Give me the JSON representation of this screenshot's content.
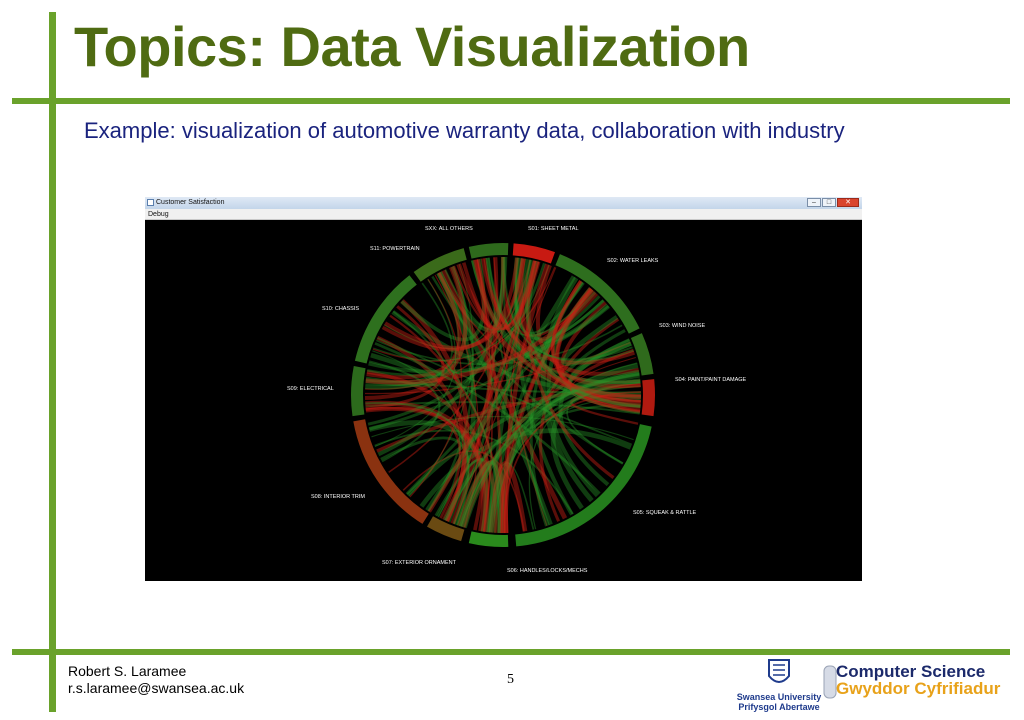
{
  "slide": {
    "title": "Topics: Data Visualization",
    "bullet": "Example: visualization of automotive warranty data, collaboration with industry"
  },
  "screenshot": {
    "window_title": "Customer Satisfaction",
    "menu_item": "Debug",
    "chord_labels": [
      "S01: SHEET METAL",
      "S02: WATER LEAKS",
      "S03: WIND NOISE",
      "S04: PAINT/PAINT DAMAGE",
      "S05: SQUEAK & RATTLE",
      "S06: HANDLES/LOCKS/MECHS",
      "S07: EXTERIOR ORNAMENT",
      "S08: INTERIOR TRIM",
      "S09: ELECTRICAL",
      "S10: CHASSIS",
      "S11: POWERTRAIN",
      "SXX: ALL OTHERS"
    ],
    "segment_colors": [
      "#c81a12",
      "#2e6e1e",
      "#2f6a1c",
      "#b01a10",
      "#237c1c",
      "#2a8a1c",
      "#6a4a12",
      "#8a3210",
      "#2c6a1c",
      "#2e701e",
      "#3a6a1a",
      "#2e6a1c"
    ]
  },
  "footer": {
    "author": "Robert S. Laramee",
    "email": "r.s.laramee@swansea.ac.uk",
    "page_number": "5"
  },
  "logos": {
    "university_line1": "Swansea University",
    "university_line2": "Prifysgol Abertawe",
    "dept_line1": "Computer Science",
    "dept_line2": "Gwyddor Cyfrifiadur"
  },
  "colors": {
    "accent": "#6aa22b",
    "title": "#4f6b12",
    "body_text": "#1a237e"
  }
}
